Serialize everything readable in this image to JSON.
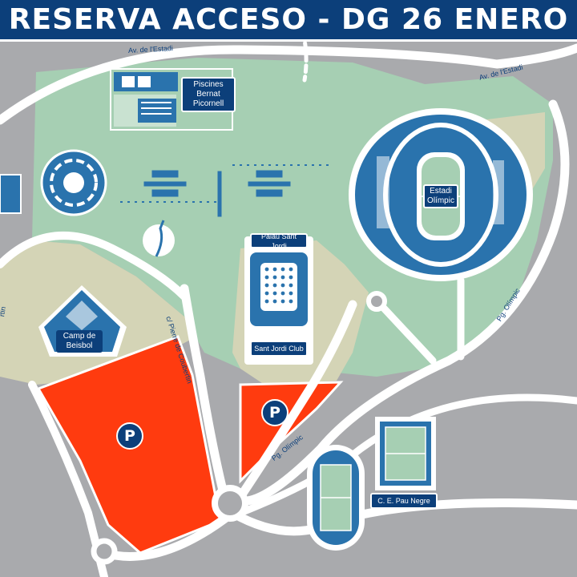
{
  "header": {
    "title": "RESERVA ACCESO - DG 26 ENERO"
  },
  "colors": {
    "header_bg": "#0c3f7a",
    "background": "#a9aaad",
    "park_green": "#a6cfb3",
    "khaki": "#d4d4b6",
    "road": "#ffffff",
    "parking": "#ff3b0f",
    "building_blue": "#2a73ad",
    "label_blue": "#0c3f7a"
  },
  "buildings": {
    "piscines": "Piscines Bernat Picornell",
    "estadi": "Estadi Olímpic",
    "palau": "Palau Sant Jordi",
    "club": "Sant Jordi Club",
    "beisbol": "Camp de Beisbol",
    "pau_negre": "C. E. Pau Negre"
  },
  "roads": {
    "estadi_left": "Av. de l'Estadi",
    "estadi_right": "Av. de l'Estadi",
    "coubertin": "c/ Pierre de Coubertin",
    "olimpic_right": "Pg. Olímpic",
    "olimpic_low": "Pg. Olímpic",
    "left_cut": "rtin"
  },
  "parking": {
    "symbol": "P"
  }
}
